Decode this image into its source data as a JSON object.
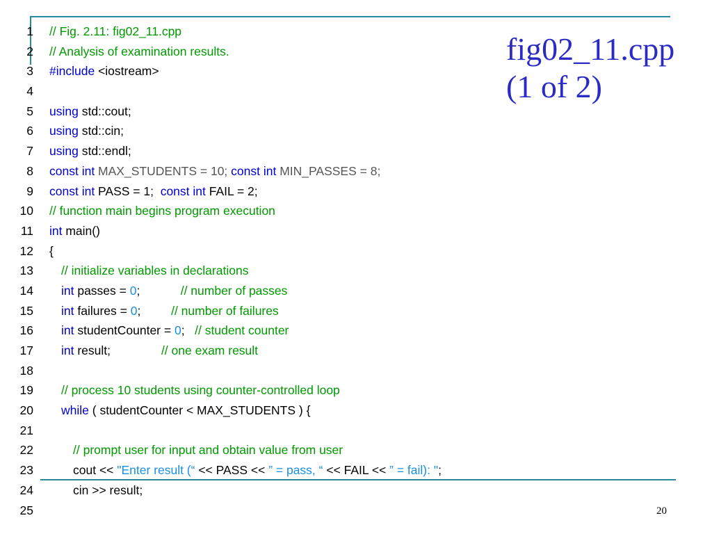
{
  "title": {
    "line1": "fig02_11.cpp",
    "line2": "(1 of 2)"
  },
  "page_number": "20",
  "code": [
    {
      "n": "1",
      "indent": 0,
      "tokens": [
        {
          "t": "// Fig. 2.11: fig02_11.cpp",
          "c": "cm"
        }
      ]
    },
    {
      "n": "2",
      "indent": 0,
      "tokens": [
        {
          "t": "// Analysis of examination results.",
          "c": "cm"
        }
      ]
    },
    {
      "n": "3",
      "indent": 0,
      "tokens": [
        {
          "t": "#include",
          "c": "kw"
        },
        {
          "t": " <iostream>",
          "c": ""
        }
      ]
    },
    {
      "n": "4",
      "indent": 0,
      "tokens": []
    },
    {
      "n": "5",
      "indent": 0,
      "tokens": [
        {
          "t": "using",
          "c": "kw"
        },
        {
          "t": " std::cout;",
          "c": ""
        }
      ]
    },
    {
      "n": "6",
      "indent": 0,
      "tokens": [
        {
          "t": "using",
          "c": "kw"
        },
        {
          "t": " std::cin;",
          "c": ""
        }
      ]
    },
    {
      "n": "7",
      "indent": 0,
      "tokens": [
        {
          "t": "using",
          "c": "kw"
        },
        {
          "t": " std::endl;",
          "c": ""
        }
      ]
    },
    {
      "n": "8",
      "indent": 0,
      "tokens": [
        {
          "t": "const",
          "c": "kw"
        },
        {
          "t": " ",
          "c": ""
        },
        {
          "t": "int",
          "c": "kw"
        },
        {
          "t": " MAX_STUDENTS = 10;",
          "c": "const-val"
        },
        {
          "t": " ",
          "c": ""
        },
        {
          "t": "const",
          "c": "kw"
        },
        {
          "t": " ",
          "c": ""
        },
        {
          "t": "int",
          "c": "kw"
        },
        {
          "t": " MIN_PASSES = 8;",
          "c": "const-val"
        }
      ]
    },
    {
      "n": "9",
      "indent": 0,
      "tokens": [
        {
          "t": "const",
          "c": "kw"
        },
        {
          "t": " ",
          "c": ""
        },
        {
          "t": "int",
          "c": "kw"
        },
        {
          "t": " PASS = 1;  ",
          "c": ""
        },
        {
          "t": "const",
          "c": "kw"
        },
        {
          "t": " ",
          "c": ""
        },
        {
          "t": "int",
          "c": "kw"
        },
        {
          "t": " FAIL = 2;",
          "c": ""
        }
      ]
    },
    {
      "n": "10",
      "indent": 0,
      "tokens": [
        {
          "t": "// function main begins program execution",
          "c": "cm"
        }
      ]
    },
    {
      "n": "11",
      "indent": 0,
      "tokens": [
        {
          "t": "int",
          "c": "kw"
        },
        {
          "t": " main()",
          "c": ""
        }
      ]
    },
    {
      "n": "12",
      "indent": 0,
      "tokens": [
        {
          "t": "{",
          "c": ""
        }
      ]
    },
    {
      "n": "13",
      "indent": 1,
      "tokens": [
        {
          "t": "// initialize variables in declarations",
          "c": "cm"
        }
      ]
    },
    {
      "n": "14",
      "indent": 1,
      "tokens": [
        {
          "t": "int",
          "c": "kw"
        },
        {
          "t": " passes = ",
          "c": ""
        },
        {
          "t": "0",
          "c": "num"
        },
        {
          "t": ";            ",
          "c": ""
        },
        {
          "t": "// number of passes",
          "c": "cm"
        }
      ]
    },
    {
      "n": "15",
      "indent": 1,
      "tokens": [
        {
          "t": "int",
          "c": "kw"
        },
        {
          "t": " failures = ",
          "c": ""
        },
        {
          "t": "0",
          "c": "num"
        },
        {
          "t": ";         ",
          "c": ""
        },
        {
          "t": "// number of failures",
          "c": "cm"
        }
      ]
    },
    {
      "n": "16",
      "indent": 1,
      "tokens": [
        {
          "t": "int",
          "c": "kw"
        },
        {
          "t": " studentCounter = ",
          "c": ""
        },
        {
          "t": "0",
          "c": "num"
        },
        {
          "t": ";   ",
          "c": ""
        },
        {
          "t": "// student counter",
          "c": "cm"
        }
      ]
    },
    {
      "n": "17",
      "indent": 1,
      "tokens": [
        {
          "t": "int",
          "c": "kw"
        },
        {
          "t": " result;               ",
          "c": ""
        },
        {
          "t": "// one exam result",
          "c": "cm"
        }
      ]
    },
    {
      "n": "18",
      "indent": 0,
      "tokens": []
    },
    {
      "n": "19",
      "indent": 1,
      "tokens": [
        {
          "t": "// process 10 students using counter-controlled loop",
          "c": "cm"
        }
      ]
    },
    {
      "n": "20",
      "indent": 1,
      "tokens": [
        {
          "t": "while",
          "c": "kw"
        },
        {
          "t": " ( studentCounter < MAX_STUDENTS ) {",
          "c": ""
        }
      ]
    },
    {
      "n": "21",
      "indent": 0,
      "tokens": []
    },
    {
      "n": "22",
      "indent": 2,
      "tokens": [
        {
          "t": "// prompt user for input and obtain value from user",
          "c": "cm"
        }
      ]
    },
    {
      "n": "23",
      "indent": 2,
      "tokens": [
        {
          "t": "cout << ",
          "c": ""
        },
        {
          "t": "\"Enter result (“",
          "c": "str"
        },
        {
          "t": " << PASS << ",
          "c": ""
        },
        {
          "t": "” = pass, “",
          "c": "str"
        },
        {
          "t": " << FAIL << ",
          "c": ""
        },
        {
          "t": "” = fail): \"",
          "c": "str"
        },
        {
          "t": ";",
          "c": ""
        }
      ]
    },
    {
      "n": "24",
      "indent": 2,
      "tokens": [
        {
          "t": "cin >> result;",
          "c": ""
        }
      ]
    },
    {
      "n": "25",
      "indent": 0,
      "tokens": []
    }
  ]
}
